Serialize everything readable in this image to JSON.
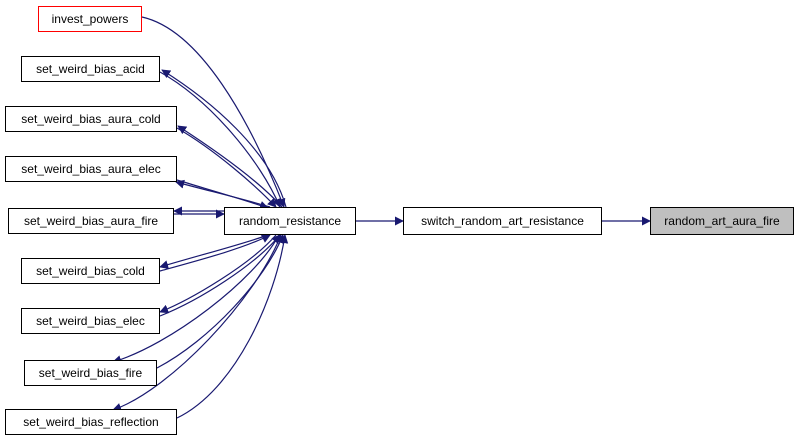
{
  "colors": {
    "edge": "#191970",
    "highlight_border": "#ff0000",
    "current_fill": "#bfbfbf"
  },
  "nodes": {
    "invest_powers": "invest_powers",
    "set_weird_bias_acid": "set_weird_bias_acid",
    "set_weird_bias_aura_cold": "set_weird_bias_aura_cold",
    "set_weird_bias_aura_elec": "set_weird_bias_aura_elec",
    "set_weird_bias_aura_fire": "set_weird_bias_aura_fire",
    "set_weird_bias_cold": "set_weird_bias_cold",
    "set_weird_bias_elec": "set_weird_bias_elec",
    "set_weird_bias_fire": "set_weird_bias_fire",
    "set_weird_bias_reflection": "set_weird_bias_reflection",
    "random_resistance": "random_resistance",
    "switch_random_art_resistance": "switch_random_art_resistance",
    "random_art_aura_fire": "random_art_aura_fire"
  },
  "edges": [
    {
      "from": "random_resistance",
      "to": "invest_powers"
    },
    {
      "from": "random_resistance",
      "to": "set_weird_bias_acid"
    },
    {
      "from": "random_resistance",
      "to": "set_weird_bias_aura_cold"
    },
    {
      "from": "random_resistance",
      "to": "set_weird_bias_aura_elec"
    },
    {
      "from": "random_resistance",
      "to": "set_weird_bias_aura_fire"
    },
    {
      "from": "set_weird_bias_aura_fire",
      "to": "random_resistance"
    },
    {
      "from": "random_resistance",
      "to": "set_weird_bias_cold"
    },
    {
      "from": "random_resistance",
      "to": "set_weird_bias_elec"
    },
    {
      "from": "random_resistance",
      "to": "set_weird_bias_fire"
    },
    {
      "from": "random_resistance",
      "to": "set_weird_bias_reflection"
    },
    {
      "from": "set_weird_bias_acid",
      "to": "random_resistance"
    },
    {
      "from": "set_weird_bias_aura_cold",
      "to": "random_resistance"
    },
    {
      "from": "set_weird_bias_aura_elec",
      "to": "random_resistance"
    },
    {
      "from": "set_weird_bias_cold",
      "to": "random_resistance"
    },
    {
      "from": "set_weird_bias_elec",
      "to": "random_resistance"
    },
    {
      "from": "set_weird_bias_fire",
      "to": "random_resistance"
    },
    {
      "from": "set_weird_bias_reflection",
      "to": "random_resistance"
    },
    {
      "from": "invest_powers",
      "to": "random_resistance"
    },
    {
      "from": "random_resistance",
      "to": "switch_random_art_resistance"
    },
    {
      "from": "switch_random_art_resistance",
      "to": "random_art_aura_fire"
    }
  ]
}
